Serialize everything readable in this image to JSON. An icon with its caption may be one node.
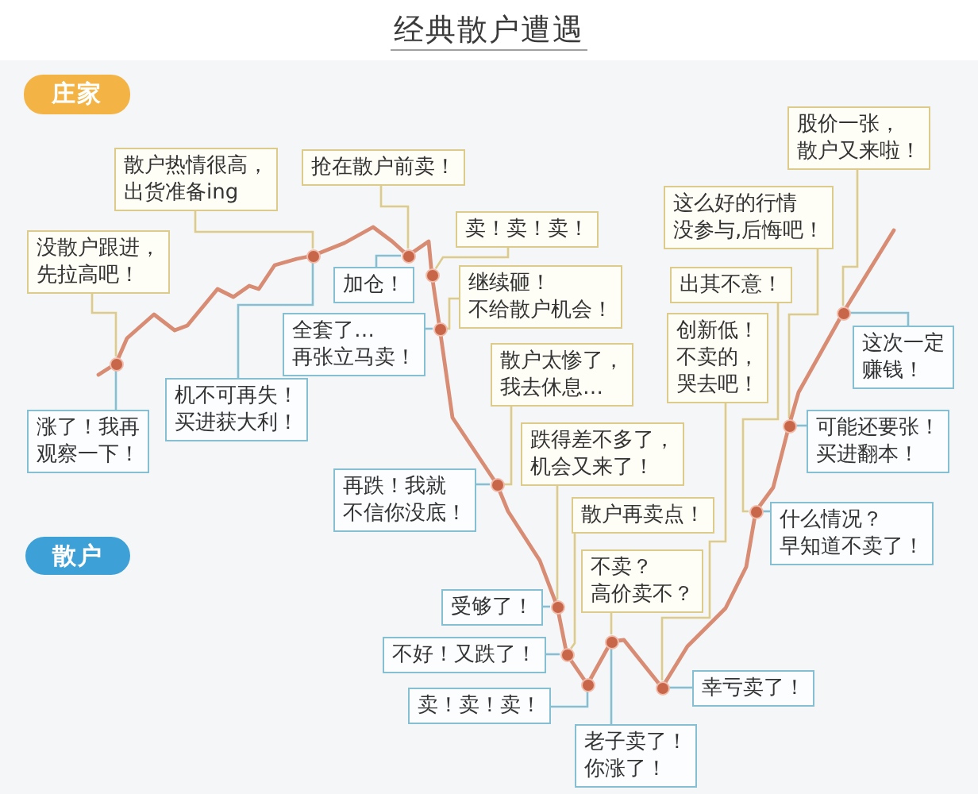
{
  "diagram": {
    "title": "经典散户遭遇",
    "nodes": [
      {
        "text": [
          "庄家"
        ]
      },
      {
        "text": [
          "没散户跟进，先拉高吧！"
        ]
      },
      {
        "text": [
          "散户热情很高，出货准备ing"
        ]
      },
      {
        "text": [
          "抢在散户前卖！"
        ]
      },
      {
        "text": [
          "卖！卖！卖！"
        ]
      },
      {
        "text": [
          "继续砸！不给散户机会！"
        ]
      },
      {
        "text": [
          "散户太惨了，我去休息…"
        ]
      },
      {
        "text": [
          "跌得差不多了，机会又来了！"
        ]
      },
      {
        "text": [
          "散户再卖点！"
        ]
      },
      {
        "text": [
          "不卖？高价卖不？"
        ]
      },
      {
        "text": [
          "创新低！不卖的，哭去吧！"
        ]
      },
      {
        "text": [
          "出其不意！"
        ]
      },
      {
        "text": [
          "这么好的行情没参与,后悔吧！"
        ]
      },
      {
        "text": [
          "股价一张，散户又来啦！"
        ]
      },
      {
        "text": [
          "散户"
        ]
      },
      {
        "text": [
          "涨了！我再观察一下！"
        ]
      },
      {
        "text": [
          "机不可再失！买进获大利！"
        ]
      },
      {
        "text": [
          "加仓！"
        ]
      },
      {
        "text": [
          "全套了…再张立马卖！"
        ]
      },
      {
        "text": [
          "再跌！我就不信你没底！"
        ]
      },
      {
        "text": [
          "受够了！"
        ]
      },
      {
        "text": [
          "不好！又跌了！"
        ]
      },
      {
        "text": [
          "卖！卖！卖！"
        ]
      },
      {
        "text": [
          "老子卖了！你涨了！"
        ]
      },
      {
        "text": [
          "幸亏卖了！"
        ]
      },
      {
        "text": [
          "什么情况？早知道不卖了！"
        ]
      },
      {
        "text": [
          "可能还要张！买进翻本！"
        ]
      },
      {
        "text": [
          "这次一定赚钱！"
        ]
      },
      {
        "text": [],
        "shape": "circle"
      },
      {
        "text": [],
        "shape": "circle"
      },
      {
        "text": [],
        "shape": "circle"
      },
      {
        "text": [],
        "shape": "circle"
      },
      {
        "text": [],
        "shape": "circle"
      },
      {
        "text": [],
        "shape": "circle"
      },
      {
        "text": [],
        "shape": "circle"
      },
      {
        "text": [],
        "shape": "circle"
      },
      {
        "text": [],
        "shape": "circle"
      },
      {
        "text": [],
        "shape": "circle"
      },
      {
        "text": [],
        "shape": "circle"
      },
      {
        "text": [],
        "shape": "circle"
      },
      {
        "text": [],
        "shape": "circle"
      },
      {
        "text": [],
        "shape": "circle"
      }
    ],
    "edges": [
      {
        "from": 1,
        "to": 28,
        "arrow": "none"
      },
      {
        "from": 2,
        "to": 29,
        "arrow": "none"
      },
      {
        "from": 3,
        "to": 30,
        "arrow": "none"
      },
      {
        "from": 4,
        "to": 31,
        "arrow": "none"
      },
      {
        "from": 5,
        "to": 32,
        "arrow": "none"
      },
      {
        "from": 6,
        "to": 33,
        "arrow": "none"
      },
      {
        "from": 7,
        "to": 34,
        "arrow": "none"
      },
      {
        "from": 8,
        "to": 35,
        "arrow": "none"
      },
      {
        "from": 9,
        "to": 37,
        "arrow": "none"
      },
      {
        "from": 10,
        "to": 38,
        "arrow": "none"
      },
      {
        "from": 11,
        "to": 39,
        "arrow": "none"
      },
      {
        "from": 12,
        "to": 40,
        "arrow": "none"
      },
      {
        "from": 13,
        "to": 41,
        "arrow": "none"
      },
      {
        "from": 15,
        "to": 28,
        "arrow": "none",
        "color": "#86bfd1"
      },
      {
        "from": 16,
        "to": 29,
        "arrow": "none",
        "color": "#86bfd1"
      },
      {
        "from": 17,
        "to": 30,
        "arrow": "none",
        "color": "#86bfd1"
      },
      {
        "from": 18,
        "to": 32,
        "arrow": "none",
        "color": "#86bfd1"
      },
      {
        "from": 19,
        "to": 33,
        "arrow": "none",
        "color": "#86bfd1"
      },
      {
        "from": 20,
        "to": 34,
        "arrow": "none",
        "color": "#86bfd1"
      },
      {
        "from": 21,
        "to": 35,
        "arrow": "none",
        "color": "#86bfd1"
      },
      {
        "from": 22,
        "to": 36,
        "arrow": "none",
        "color": "#86bfd1"
      },
      {
        "from": 23,
        "to": 37,
        "arrow": "none",
        "color": "#86bfd1"
      },
      {
        "from": 24,
        "to": 38,
        "arrow": "none",
        "color": "#86bfd1"
      },
      {
        "from": 25,
        "to": 39,
        "arrow": "none",
        "color": "#86bfd1"
      },
      {
        "from": 26,
        "to": 40,
        "arrow": "none",
        "color": "#86bfd1"
      },
      {
        "from": 27,
        "to": 41,
        "arrow": "none",
        "color": "#86bfd1"
      }
    ]
  }
}
